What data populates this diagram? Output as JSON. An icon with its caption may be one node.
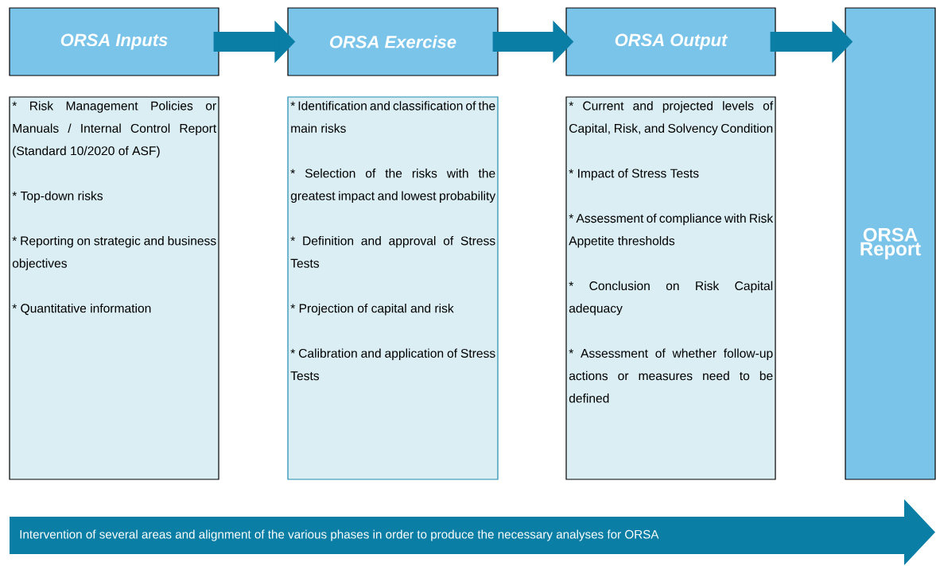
{
  "diagram": {
    "nodes": [
      {
        "text": [
          "ORSA Inputs"
        ]
      },
      {
        "text": [
          "ORSA Exercise"
        ]
      },
      {
        "text": [
          "ORSA Output"
        ]
      },
      {
        "text": [
          "ORSA Report"
        ]
      },
      {
        "text": [
          "* Risk Management Policies or Manuals / Internal Control Report (Standard 10/2020 of ASF)",
          "* Top-down risks",
          "* Reporting on strategic and business objectives",
          "* Quantitative information"
        ]
      },
      {
        "text": [
          "* Identification and classification of the main risks",
          "* Selection of the risks with the greatest impact and lowest probability",
          "* Definition and approval of Stress Tests",
          "* Projection of capital and risk",
          "* Calibration and application of Stress Tests"
        ]
      },
      {
        "text": [
          "* Current and projected levels of Capital, Risk, and Solvency Condition",
          "* Impact of Stress Tests",
          "* Assessment of compliance with Risk Appetite thresholds",
          "* Conclusion on Risk Capital adequacy",
          "* Assessment of whether follow-up actions or measures need to be defined"
        ]
      },
      {
        "text": [
          "Intervention of several areas and alignment of the various phases in order to produce the necessary analyses for ORSA"
        ]
      }
    ],
    "edges": [
      {
        "from": 0,
        "to": 1,
        "arrow": "to"
      },
      {
        "from": 1,
        "to": 2,
        "arrow": "to"
      },
      {
        "from": 2,
        "to": 3,
        "arrow": "to"
      }
    ]
  }
}
